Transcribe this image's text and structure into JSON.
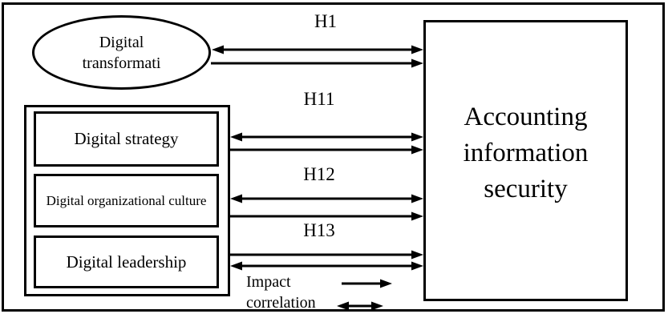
{
  "figure": {
    "background_color": "#ffffff",
    "line_color": "#000000"
  },
  "nodes": {
    "transformation": {
      "label": "Digital transformati",
      "shape": "ellipse"
    },
    "strategy": {
      "label": "Digital strategy",
      "shape": "rectangle"
    },
    "culture": {
      "label": "Digital organizational culture",
      "shape": "rectangle"
    },
    "leadership": {
      "label": "Digital leadership",
      "shape": "rectangle"
    },
    "security": {
      "label": "Accounting information security",
      "shape": "rectangle"
    }
  },
  "hypotheses": {
    "h1": {
      "label": "H1",
      "from": "Digital transformati",
      "to": "Accounting information security",
      "arrow_types": [
        "correlation",
        "impact"
      ]
    },
    "h11": {
      "label": "H11",
      "from": "Digital strategy",
      "to": "Accounting information security",
      "arrow_types": [
        "correlation",
        "impact"
      ]
    },
    "h12": {
      "label": "H12",
      "from": "Digital organizational culture",
      "to": "Accounting information security",
      "arrow_types": [
        "correlation",
        "impact"
      ]
    },
    "h13": {
      "label": "H13",
      "from": "Digital leadership",
      "to": "Accounting information security",
      "arrow_types": [
        "impact",
        "correlation"
      ]
    }
  },
  "legend": {
    "impact": {
      "label": "Impact",
      "icon": "single-right-arrow"
    },
    "correlation": {
      "label": "correlation",
      "icon": "double-headed-arrow"
    }
  }
}
